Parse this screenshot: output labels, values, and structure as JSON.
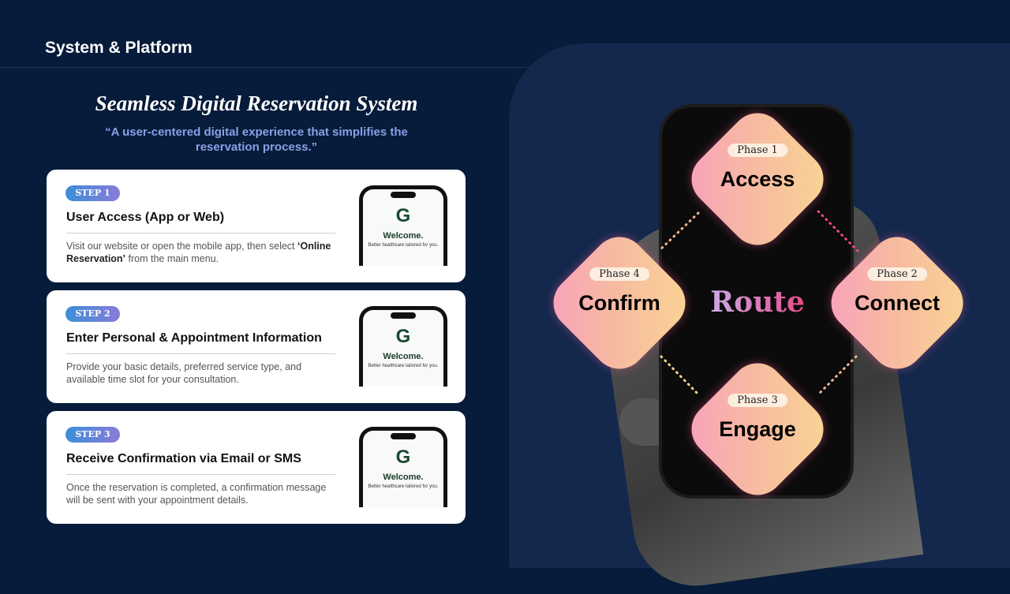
{
  "header": {
    "title": "System & Platform"
  },
  "main": {
    "title": "Seamless Digital Reservation System",
    "subtitle": "“A user-centered digital experience that simplifies the reservation process.”"
  },
  "steps": [
    {
      "badge": "STEP 1",
      "title": "User Access (App or Web)",
      "desc_before": "Visit our website or open the mobile app, then select ",
      "desc_bold": "‘Online Reservation’",
      "desc_after": " from the main menu."
    },
    {
      "badge": "STEP 2",
      "title": "Enter Personal & Appointment Information",
      "desc_before": "Provide your basic details, preferred service type, and available time slot for your consultation.",
      "desc_bold": "",
      "desc_after": ""
    },
    {
      "badge": "STEP 3",
      "title": "Receive Confirmation via Email or SMS",
      "desc_before": "Once the reservation is completed, a confirmation message will be sent with your appointment details.",
      "desc_bold": "",
      "desc_after": ""
    }
  ],
  "mockup": {
    "logo": "G",
    "welcome": "Welcome.",
    "tagline": "Better healthcare tailored for you."
  },
  "diagram": {
    "center": "Route",
    "phases": [
      {
        "phase": "Phase 1",
        "label": "Access"
      },
      {
        "phase": "Phase 2",
        "label": "Connect"
      },
      {
        "phase": "Phase 3",
        "label": "Engage"
      },
      {
        "phase": "Phase 4",
        "label": "Confirm"
      }
    ]
  }
}
